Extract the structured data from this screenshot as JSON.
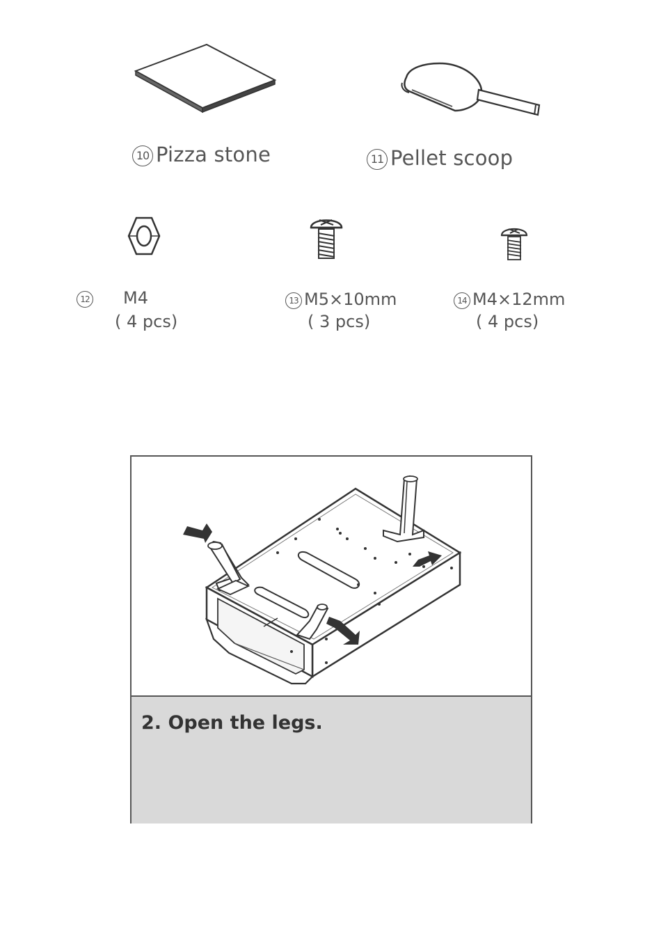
{
  "parts": [
    {
      "number": "10",
      "name": "Pizza stone"
    },
    {
      "number": "11",
      "name": "Pellet scoop"
    }
  ],
  "hardware": [
    {
      "number": "12",
      "name": "M4",
      "quantity": "( 4 pcs)"
    },
    {
      "number": "13",
      "name": "M5×10mm",
      "quantity": "( 3 pcs)"
    },
    {
      "number": "14",
      "name": "M4×12mm",
      "quantity": "( 4 pcs)"
    }
  ],
  "step": {
    "text": "2. Open the legs."
  },
  "icons": [
    "pizza-stone-icon",
    "pellet-scoop-icon",
    "hex-nut-icon",
    "screw-icon",
    "screw-icon",
    "grill-legs-diagram"
  ]
}
